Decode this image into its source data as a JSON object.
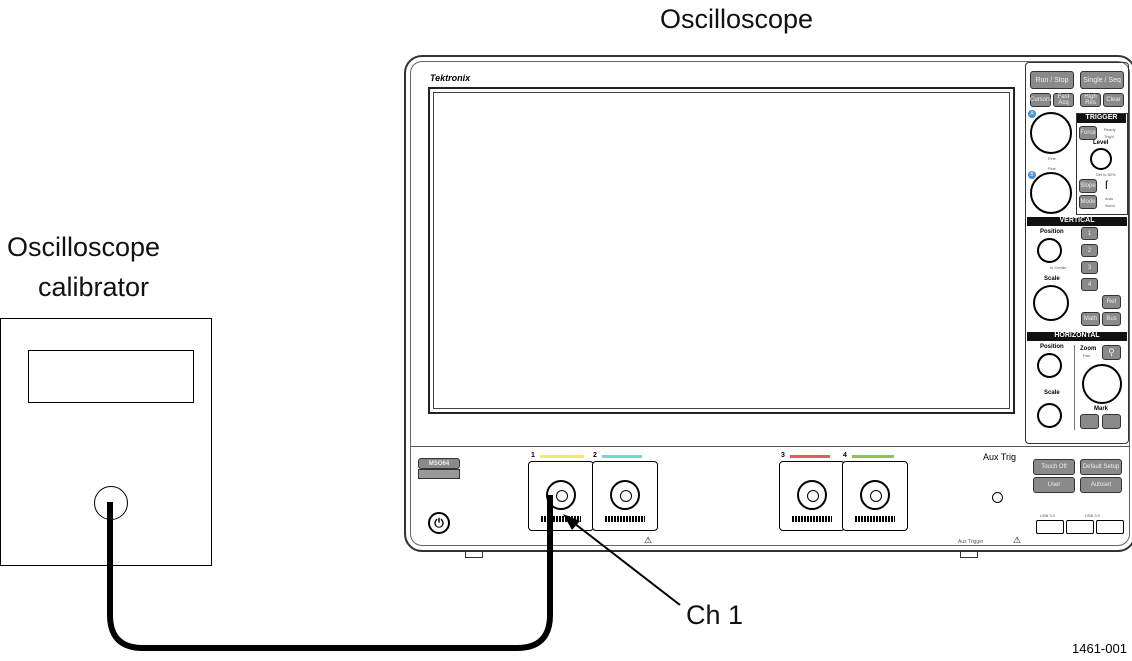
{
  "labels": {
    "oscilloscope": "Oscilloscope",
    "calibrator_line1": "Oscilloscope",
    "calibrator_line2": "calibrator",
    "channel": "Ch 1",
    "figure_id": "1461-001"
  },
  "scope": {
    "brand": "Tektronix",
    "model": "MSO64",
    "buttons": {
      "run_stop": "Run / Stop",
      "single_seq": "Single / Seq",
      "cursors": "Cursors",
      "fast_acq": "Fast Acq",
      "high_res": "High Res",
      "clear": "Clear",
      "force": "Force",
      "slope": "Slope",
      "mode": "Mode",
      "ch1": "1",
      "ch2": "2",
      "ch3": "3",
      "ch4": "4",
      "ref": "Ref",
      "math": "Math",
      "bus": "Bus",
      "touch_off": "Touch Off",
      "default_setup": "Default Setup",
      "user": "User",
      "autoset": "Autoset"
    },
    "sections": {
      "trigger": "TRIGGER",
      "vertical": "VERTICAL",
      "horizontal": "HORIZONTAL"
    },
    "text": {
      "ready": "Ready",
      "trigd": "Trig'd",
      "level": "Level",
      "auto": "Auto",
      "norm": "Norm",
      "position": "Position",
      "scale": "Scale",
      "zoom": "Zoom",
      "pan": "Pan",
      "mark": "Mark",
      "fine": "Fine",
      "set50": "Set to 50%",
      "to_center": "to Center",
      "aux_trig": "Aux Trig",
      "aux_trigger": "Aux Trigger",
      "usb3": "USB 3.0",
      "knob_a": "A",
      "knob_b": "B"
    },
    "channels": [
      {
        "label": "1",
        "color": "#f2ea6a"
      },
      {
        "label": "2",
        "color": "#7fcfcf"
      },
      {
        "label": "3",
        "color": "#e06060"
      },
      {
        "label": "4",
        "color": "#8cc060"
      }
    ]
  }
}
